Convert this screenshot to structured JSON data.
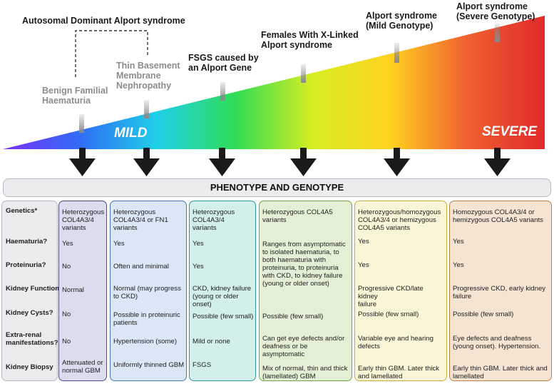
{
  "spectrum": {
    "left_label": "MILD",
    "right_label": "SEVERE",
    "gradient_colors": [
      "#7b2ff7",
      "#2f6df5",
      "#1fd0e8",
      "#2fdc55",
      "#d7ee22",
      "#ffd21f",
      "#f06030",
      "#e02a2a"
    ]
  },
  "conditions": [
    {
      "id": "ad",
      "text": "Autosomal Dominant Alport syndrome",
      "style": "dark"
    },
    {
      "id": "bfh",
      "text": "Benign Familial\nHaematuria",
      "style": "grey"
    },
    {
      "id": "tbmn",
      "text": "Thin Basement\nMembrane\nNephropathy",
      "style": "grey"
    },
    {
      "id": "fsgs",
      "text": "FSGS caused by\nan Alport Gene",
      "style": "dark"
    },
    {
      "id": "xl_females",
      "text": "Females With X-Linked\nAlport syndrome",
      "style": "dark"
    },
    {
      "id": "mild_geno",
      "text": "Alport syndrome\n(Mild Genotype)",
      "style": "dark"
    },
    {
      "id": "severe_geno",
      "text": "Alport syndrome\n(Severe Genotype)",
      "style": "dark"
    }
  ],
  "table": {
    "title": "PHENOTYPE AND GENOTYPE",
    "row_labels": [
      "Genetics*",
      "Haematuria?",
      "Proteinuria?",
      "Kidney Function",
      "Kidney Cysts?",
      "Extra-renal\nmanifestations?",
      "Kidney Biopsy"
    ],
    "columns": [
      {
        "fill": "#dcdcef",
        "border": "#4a4d8e",
        "cells": [
          "Heterozygous\nCOL4A3/4\nvariants",
          "Yes",
          "No",
          "Normal",
          "No",
          "No",
          "Attenuated or\nnormal GBM"
        ]
      },
      {
        "fill": "#dbe6f6",
        "border": "#4378b8",
        "cells": [
          "Heterozygous\nCOL4A3/4 or FN1\nvariants",
          "Yes",
          "Often and minimal",
          "Normal (may progress\nto CKD)",
          "Possible in proteinuric\npatients",
          "Hypertension (some)",
          "Uniformly thinned GBM"
        ]
      },
      {
        "fill": "#d3efec",
        "border": "#2f9a94",
        "cells": [
          "Heterozygous\nCOL4A3/4\nvariants",
          "Yes",
          "Yes",
          "CKD, kidney failure\n(young or older\nonset)",
          "Possible (few small)",
          "Mild or none",
          "FSGS"
        ]
      },
      {
        "fill": "#e4f0d6",
        "border": "#73a542",
        "cells": [
          "Heterozygous COL4A5\nvariants",
          "Ranges from asymptomatic\nto isolated haematuria, to\nboth haematuria with\nproteinuria, to proteinuria\nwith CKD, to kidney failure\n(young or older onset)",
          "Possible (few small)",
          "Can get eye defects and/or\ndeafness or be\nasymptomatic",
          "Mix of normal, thin and thick\n(lamellated) GBM"
        ]
      },
      {
        "fill": "#fbf5d8",
        "border": "#c8ae3c",
        "cells": [
          "Heterozygous/homozygous\nCOL4A3/4 or hemizygous\nCOL4A5 variants",
          "Yes",
          "Yes",
          "Progressive CKD/late kidney\nfailure",
          "Possible (few small)",
          "Variable eye and hearing\ndefects",
          "Early thin GBM. Later thick\nand lamellated"
        ]
      },
      {
        "fill": "#f6e4d2",
        "border": "#c57f45",
        "cells": [
          "Homozygous COL4A3/4 or\nhemizygous COL4A5 variants",
          "Yes",
          "Yes",
          "Progressive CKD, early kidney\nfailure",
          "Possible (few small)",
          "Eye defects and deafness\n(young onset). Hypertension.",
          "Early thin GBM. Later thick and\nlamellated"
        ]
      }
    ]
  }
}
